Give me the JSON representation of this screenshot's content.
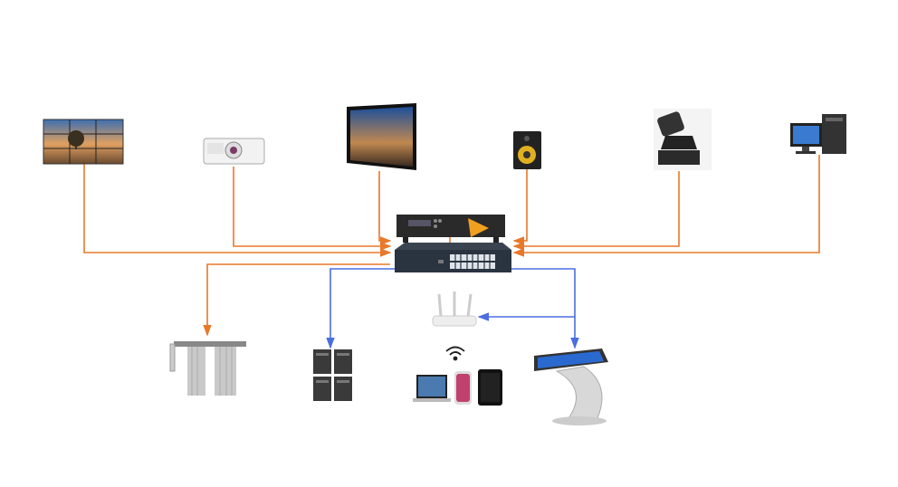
{
  "diagram": {
    "colors": {
      "wired_link": "#e8782a",
      "network_link": "#4a6ee0",
      "switch_body": "#2a3340",
      "controller_accent": "#f0a020"
    },
    "devices": [
      "video-wall",
      "projector",
      "display",
      "speaker",
      "moving-head-light",
      "desktop-pc",
      "controller",
      "network-switch",
      "curtain",
      "servers",
      "router",
      "mobile-devices",
      "kiosk"
    ]
  }
}
